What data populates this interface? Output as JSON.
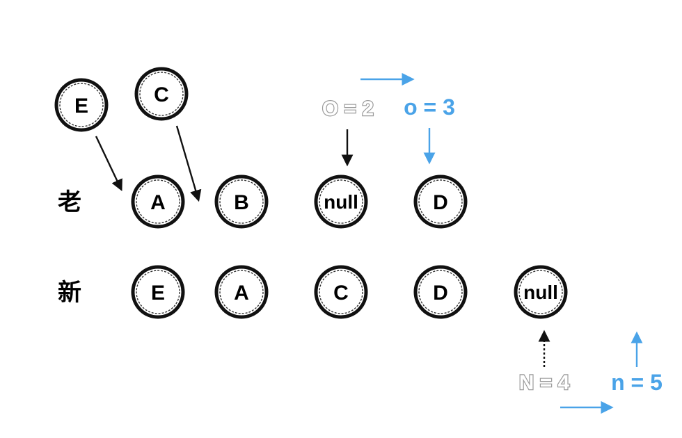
{
  "rows": [
    {
      "label": "老"
    },
    {
      "label": "新"
    }
  ],
  "loose_nodes": [
    {
      "label": "E"
    },
    {
      "label": "C"
    }
  ],
  "old_row": [
    {
      "label": "A"
    },
    {
      "label": "B"
    },
    {
      "label": "null"
    },
    {
      "label": "D"
    }
  ],
  "new_row": [
    {
      "label": "E"
    },
    {
      "label": "A"
    },
    {
      "label": "C"
    },
    {
      "label": "D"
    },
    {
      "label": "null"
    }
  ],
  "pointers": {
    "old_prev": "O = 2",
    "old_current": "o = 3",
    "new_prev": "N = 4",
    "new_current": "n = 5"
  },
  "colors": {
    "accent": "#4aa3e8",
    "faded": "#9a9a9a",
    "ink": "#111111"
  }
}
